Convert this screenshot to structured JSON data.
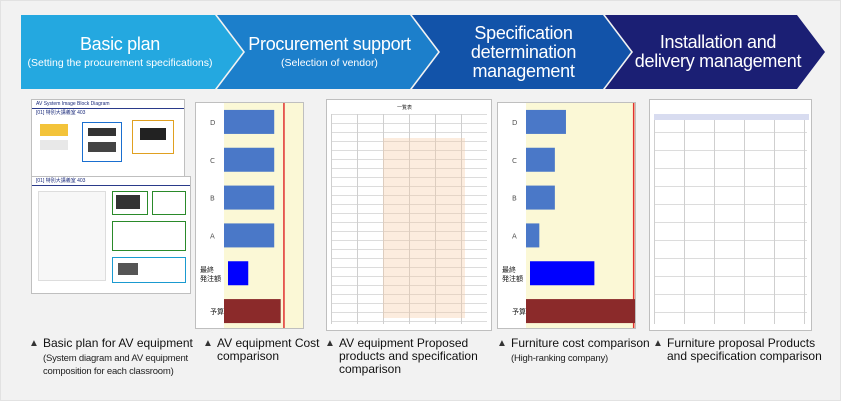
{
  "steps": [
    {
      "main": "Basic plan",
      "sub": "(Setting the procurement specifications)"
    },
    {
      "main": "Procurement support",
      "sub": "(Selection of vendor)"
    },
    {
      "main": "Specification determination management",
      "sub": ""
    },
    {
      "main": "Installation and delivery management",
      "sub": ""
    }
  ],
  "thumbs": {
    "basic_plan_doc1_title": "AV System Image Block Diagram",
    "basic_plan_doc1_room": "[01] 特別大講義室 403",
    "basic_plan_doc2_room": "[01] 特別大講義室 403",
    "cost_categories": [
      "D",
      "C",
      "B",
      "A",
      "最終\n発注額",
      "予算"
    ],
    "av_cost_values": [
      0.62,
      0.62,
      0.62,
      0.62,
      0.25,
      0.7
    ],
    "furniture_cost_values": [
      0.36,
      0.26,
      0.26,
      0.12,
      0.58,
      1.0
    ],
    "spec1_title": "一覧表"
  },
  "colors": {
    "step1": "#24a8e0",
    "step2": "#1c7fcb",
    "step3": "#1253a9",
    "step4": "#1b1f74",
    "bar_blue": "#4a78c8",
    "bar_bright": "#0000ff",
    "bar_budget": "#8b2a2a",
    "plot_bg": "#fbf8d6",
    "limit_line": "#e03030"
  },
  "captions": [
    {
      "title": "Basic plan for AV equipment",
      "sub": "(System diagram and AV equipment composition for each classroom)"
    },
    {
      "title": "AV equipment Cost comparison",
      "sub": ""
    },
    {
      "title": "AV equipment Proposed products and specification comparison",
      "sub": ""
    },
    {
      "title": "Furniture cost comparison",
      "sub": "(High-ranking company)"
    },
    {
      "title": "Furniture proposal Products and specification comparison",
      "sub": ""
    }
  ]
}
